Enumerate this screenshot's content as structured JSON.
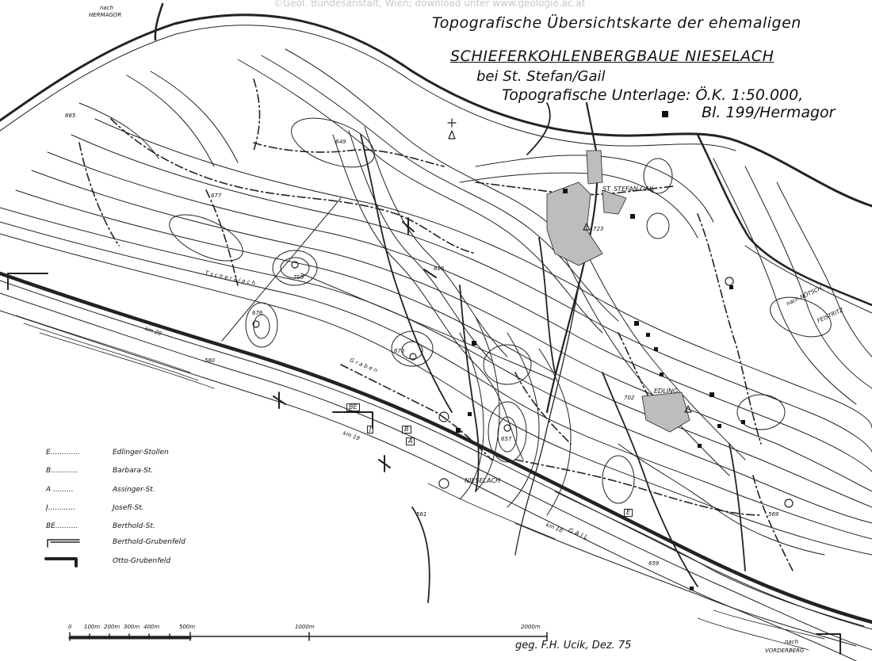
{
  "watermark": "©Geol. Bundesanstalt, Wien; download unter www.geologie.ac.at",
  "title": {
    "line1": "Topografische Übersichtskarte der ehemaligen",
    "line2": "SCHIEFERKOHLENBERGBAUE NIESELACH",
    "line3": "bei St. Stefan/Gail",
    "line4": "Topografische Unterlage: Ö.K. 1:50.000,",
    "line5": "Bl. 199/Hermagor"
  },
  "legend": [
    {
      "key": "E.............",
      "name": "Edlinger-Stollen"
    },
    {
      "key": "B............",
      "name": "Barbara-St."
    },
    {
      "key": "A .........",
      "name": "Assinger-St."
    },
    {
      "key": "J............",
      "name": "Josefi-St."
    },
    {
      "key": "BE..........",
      "name": "Berthold-St."
    },
    {
      "key": "",
      "name": "Berthold-Grubenfeld"
    },
    {
      "key": "",
      "name": "Otto-Grubenfeld"
    }
  ],
  "places": {
    "hermagor_nach": "nach",
    "hermagor": "HERMAGOR",
    "st_stefan": "ST. STEFAN GAIL",
    "nieselach": "NIESELACH",
    "edling": "EDLING",
    "notsch_nach": "nach NÖTSCH,",
    "feistritz": "FEISTRITZ",
    "vorderberg_nach": "nach",
    "vorderberg": "VORDERBERG",
    "gail": "G A I L",
    "tscheraiach": "T s c h e r a i a c h",
    "graben": "G r a b e n"
  },
  "elevations": {
    "e665": "665",
    "e649": "649",
    "e677": "677",
    "e705": "705",
    "e723": "723",
    "e616": "616",
    "e676": "676",
    "e670": "670",
    "e560": "560",
    "e657": "657",
    "e561": "561",
    "e702": "702",
    "e569": "569",
    "e659": "659"
  },
  "markers": {
    "km20": "km 20",
    "km19": "km 19",
    "km18": "km 18",
    "BE": "BE",
    "J": "J",
    "B": "B",
    "A": "A",
    "E": "E"
  },
  "scale": {
    "labels": [
      "0",
      "100m",
      "200m",
      "300m",
      "400m",
      "500m",
      "1000m",
      "2000m"
    ]
  },
  "signature": "geg. F.H. Ucik, Dez. 75"
}
